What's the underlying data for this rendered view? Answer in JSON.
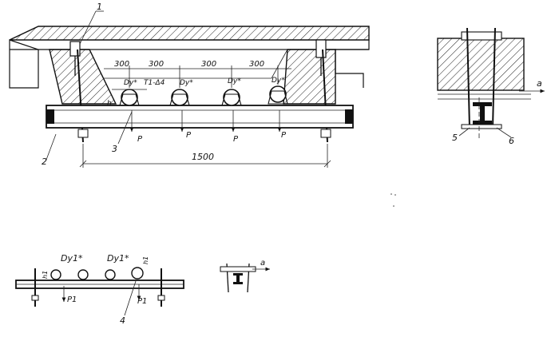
{
  "callouts": {
    "c1": "1",
    "c2": "2",
    "c3": "3",
    "c4": "4",
    "c5": "5",
    "c6": "6"
  },
  "dimensions": {
    "spacing_1": "300",
    "spacing_2": "300",
    "spacing_3": "300",
    "spacing_4": "300",
    "span": "1500"
  },
  "top_view": {
    "dy_labels": [
      "Dy*",
      "Dy*",
      "Dy*",
      "Dy*"
    ],
    "t1_label": "T1-Δ4",
    "h_label": "h",
    "load_labels": [
      "P",
      "P",
      "P",
      "P"
    ]
  },
  "bottom_view": {
    "dy_labels": [
      "Dy1*",
      "Dy1*"
    ],
    "h_labels": [
      "h1",
      "h1"
    ],
    "load_labels": [
      "P1",
      "P1"
    ]
  },
  "section_labels": {
    "upper_arrow": "a",
    "lower_arrow": "a"
  }
}
